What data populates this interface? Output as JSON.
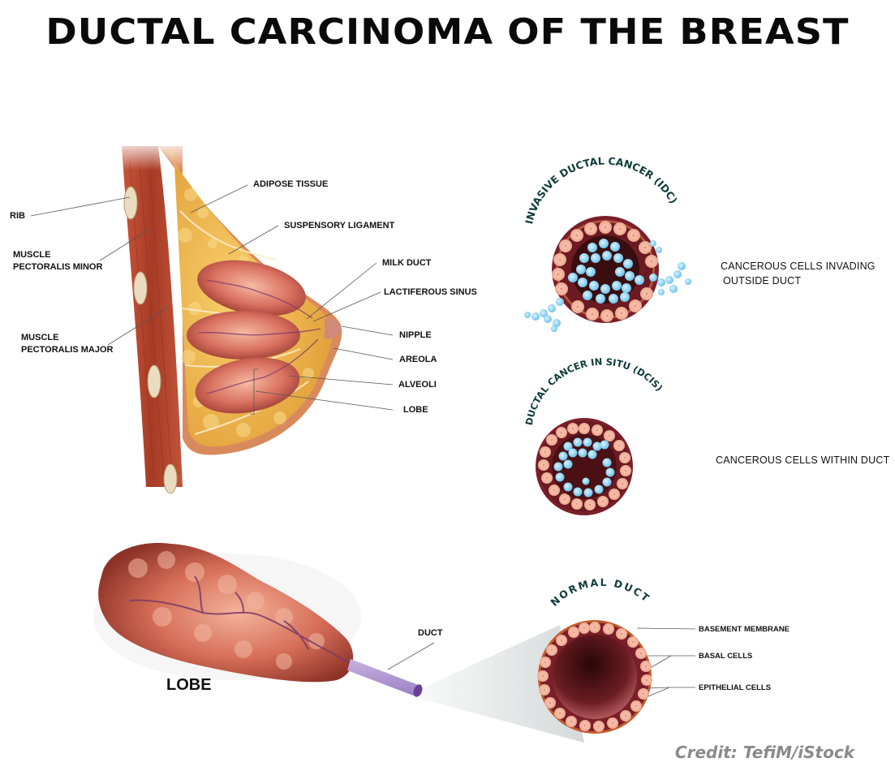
{
  "title": "DUCTAL CARCINOMA OF THE BREAST",
  "breast_anatomy": {
    "left_labels": [
      {
        "id": "rib",
        "text": "RIB"
      },
      {
        "id": "pect-minor",
        "line1": "MUSCLE",
        "line2": "PECTORALIS MINOR"
      },
      {
        "id": "pect-major",
        "line1": "MUSCLE",
        "line2": "PECTORALIS MAJOR"
      }
    ],
    "right_labels": [
      {
        "id": "adipose",
        "text": "ADIPOSE TISSUE"
      },
      {
        "id": "ligament",
        "text": "SUSPENSORY LIGAMENT"
      },
      {
        "id": "milk-duct",
        "text": "MILK DUCT"
      },
      {
        "id": "sinus",
        "text": "LACTIFEROUS SINUS"
      },
      {
        "id": "nipple",
        "text": "NIPPLE"
      },
      {
        "id": "areola",
        "text": "AREOLA"
      },
      {
        "id": "alveoli",
        "text": "ALVEOLI"
      },
      {
        "id": "lobe",
        "text": "LOBE"
      }
    ]
  },
  "duct_stages": [
    {
      "id": "idc",
      "arc_title": "INVASIVE DUCTAL CANCER (IDC)",
      "description_line1": "CANCEROUS CELLS INVADING",
      "description_line2": "OUTSIDE DUCT"
    },
    {
      "id": "dcis",
      "arc_title": "DUCTAL CANCER IN SITU (DCIS)",
      "description_line1": "CANCEROUS CELLS WITHIN DUCT"
    },
    {
      "id": "normal",
      "arc_title": "NORMAL DUCT",
      "labels": [
        "BASEMENT MEMBRANE",
        "BASAL CELLS",
        "EPITHELIAL CELLS"
      ]
    }
  ],
  "lobe_detail": {
    "lobe_label": "LOBE",
    "duct_label": "DUCT"
  },
  "credit": "Credit: TefiM/iStock",
  "colors": {
    "muscle": "#b5452c",
    "skin": "#d9875a",
    "adipose": "#f0b548",
    "gland": "#d9705f",
    "duct_wall": "#7a1f2a",
    "epithelial": "#f2b49c",
    "cancer_cell": "#8fd3f0",
    "lumen": "#3a0d10",
    "arc_text": "#0f3b3a"
  }
}
